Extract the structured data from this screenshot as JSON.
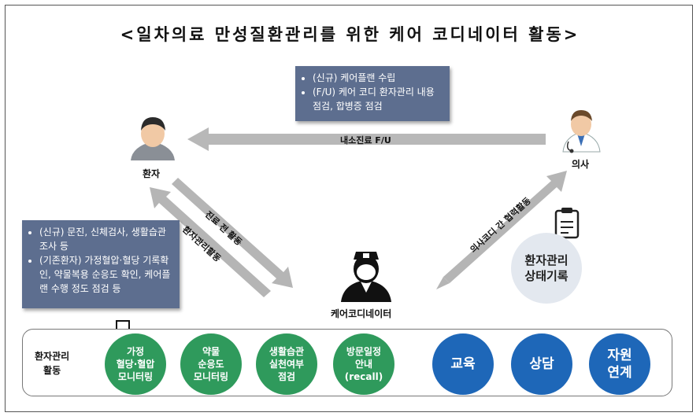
{
  "title": "<일차의료 만성질환관리를 위한 케어 코디네이터 활동>",
  "nodes": {
    "patient": "환자",
    "doctor": "의사",
    "coordinator": "케어코디네이터"
  },
  "arrows": {
    "doctor_to_patient": "내소진료 F/U",
    "patient_to_coord_1": "진료 전 활동",
    "patient_to_coord_2": "환자관리활동",
    "coord_to_doctor": "의사코디 간 협력활동"
  },
  "notes": {
    "top": [
      "(신규) 케어플랜 수립",
      "(F/U) 케어 코디 환자관리 내용 점검, 합병증 점검"
    ],
    "left": [
      "(신규) 문진, 신체검사, 생활습관조사 등",
      "(기존환자) 가정혈압·혈당 기록확인, 약물복용 순응도 확인, 케어플랜 수행 정도 점검 등"
    ]
  },
  "status_record": "환자관리\n상태기록",
  "activity_label": "환자관리\n활동",
  "activities": [
    {
      "label": "가정\n혈당·혈압\n모니터링",
      "color": "#2f9a5c"
    },
    {
      "label": "약물\n순응도\n모니터링",
      "color": "#2f9a5c"
    },
    {
      "label": "생활습관\n실천여부\n점검",
      "color": "#2f9a5c"
    },
    {
      "label": "방문일정\n안내\n(recall)",
      "color": "#2f9a5c"
    },
    {
      "label": "교육",
      "color": "#1e67b8"
    },
    {
      "label": "상담",
      "color": "#1e67b8"
    },
    {
      "label": "자원\n연계",
      "color": "#1e67b8"
    }
  ],
  "icons": {
    "patient": "person-icon",
    "doctor": "doctor-icon",
    "coordinator": "nurse-icon",
    "clipboard": "clipboard-icon",
    "phone": "smartphone-icon",
    "runner": "running-person-icon",
    "monitor": "person-at-computer-icon"
  }
}
